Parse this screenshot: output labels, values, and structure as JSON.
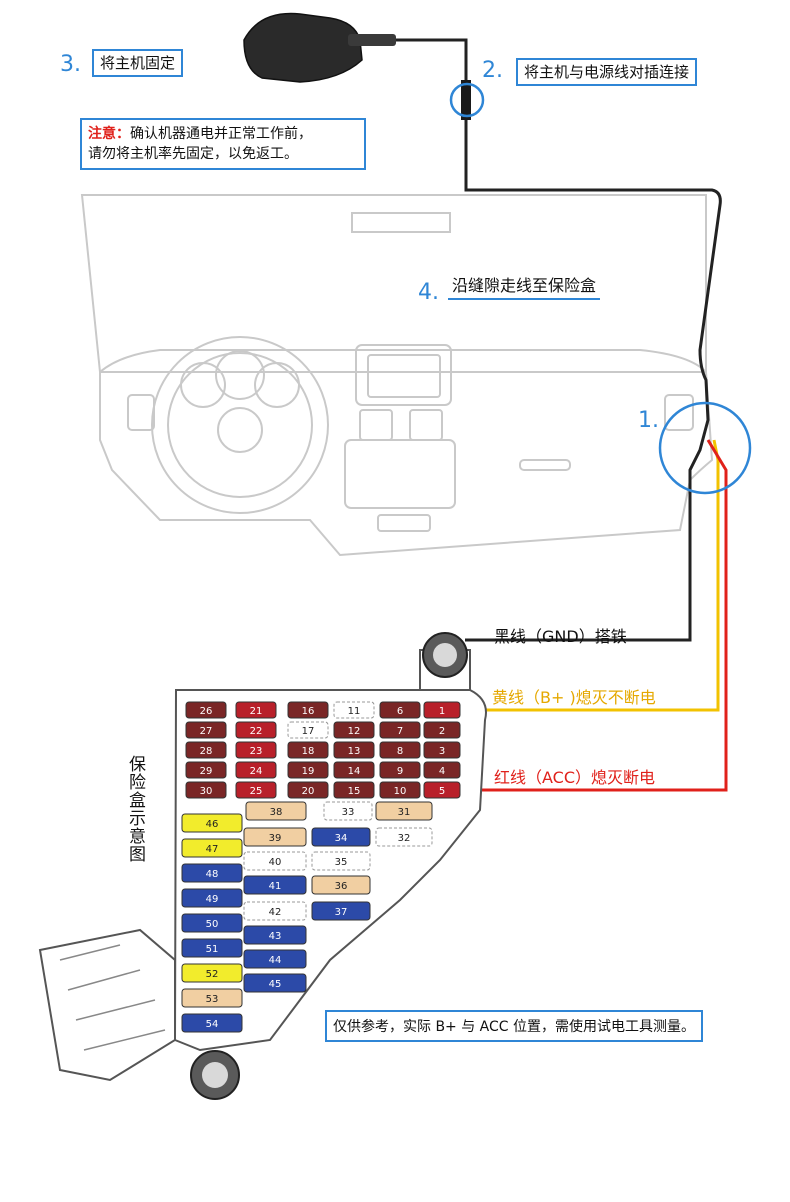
{
  "steps": [
    {
      "num": "1.",
      "label": ""
    },
    {
      "num": "2.",
      "label": "将主机与电源线对插连接"
    },
    {
      "num": "3.",
      "label": "将主机固定"
    },
    {
      "num": "4.",
      "label": "沿缝隙走线至保险盒"
    }
  ],
  "notice": {
    "prefix": "注意：",
    "line1": "确认机器通电并正常工作前，",
    "line2": "请勿将主机率先固定，以免返工。"
  },
  "wires": {
    "black": "黑线（GND）搭铁",
    "yellow": "黄线（B+ )熄灭不断电",
    "red": "红线（ACC）熄灭断电"
  },
  "fusebox_title": "保险盒示意图",
  "disclaimer": "仅供参考，实际 B+ 与 ACC 位置，需使用试电工具测量。",
  "colors": {
    "accent": "#2f86d6",
    "notice": "#e0211b",
    "wire_black": "#222222",
    "wire_yellow": "#f2c200",
    "wire_red": "#e0211b",
    "fuse_darkred": "#7a2626",
    "fuse_red": "#b8202a",
    "fuse_blue": "#2c4aa8",
    "fuse_yellow": "#f2ec2c",
    "fuse_tan": "#f1cfa2"
  },
  "fuses": {
    "col_26": [
      "26",
      "27",
      "28",
      "29",
      "30"
    ],
    "col_21": [
      "21",
      "22",
      "23",
      "24",
      "25"
    ],
    "col_16": [
      "16",
      "17",
      "18",
      "19",
      "20"
    ],
    "col_11": [
      "11",
      "12",
      "13",
      "14",
      "15"
    ],
    "col_6": [
      "6",
      "7",
      "8",
      "9",
      "10"
    ],
    "col_1": [
      "1",
      "2",
      "3",
      "4",
      "5"
    ],
    "mid": [
      "38",
      "33",
      "31",
      "39",
      "34",
      "32",
      "40",
      "35",
      "41",
      "36",
      "42",
      "37",
      "43",
      "44",
      "45"
    ],
    "left": [
      "46",
      "47",
      "48",
      "49",
      "50",
      "51",
      "52",
      "53",
      "54"
    ]
  }
}
